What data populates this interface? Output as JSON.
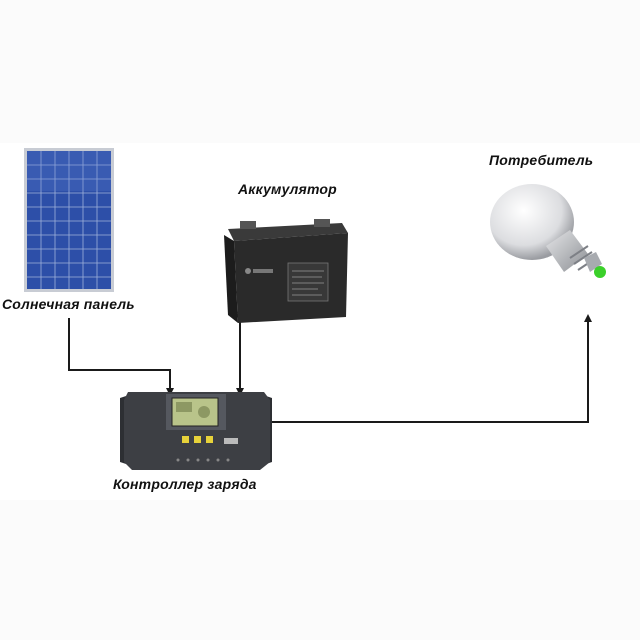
{
  "labels": {
    "solar_panel": "Солнечная панель",
    "battery": "Аккумулятор",
    "consumer": "Потребитель",
    "controller": "Контроллер заряда"
  },
  "icons": {
    "solar_panel": "solar-panel-icon",
    "battery": "battery-icon",
    "bulb": "light-bulb-icon",
    "controller": "charge-controller-icon"
  },
  "colors": {
    "panel_cell": "#2d4fa8",
    "panel_frame": "#c8ccd4",
    "battery_body": "#2a2a2a",
    "controller_body": "#3d3f44",
    "controller_screen": "#b9c48a",
    "controller_button": "#e7d23a",
    "wire": "#1a1a1a",
    "bulb_glass": "#e9eaec",
    "bulb_base": "#c0c2c6",
    "bulb_tip": "#3bd02a"
  }
}
